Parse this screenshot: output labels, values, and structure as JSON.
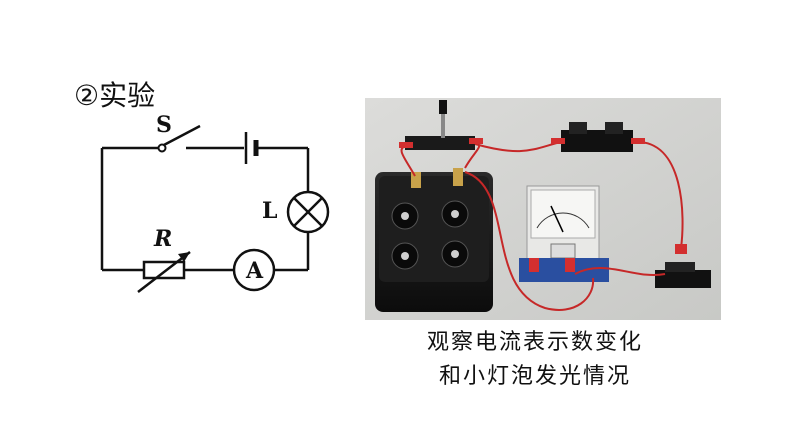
{
  "heading": "②实验",
  "circuit": {
    "switch_label": "S",
    "lamp_label": "L",
    "rheostat_label": "R",
    "ammeter_label": "A"
  },
  "photo": {
    "description_icon": "experiment-photo"
  },
  "caption": {
    "line1": "观察电流表示数变化",
    "line2": "和小灯泡发光情况"
  }
}
